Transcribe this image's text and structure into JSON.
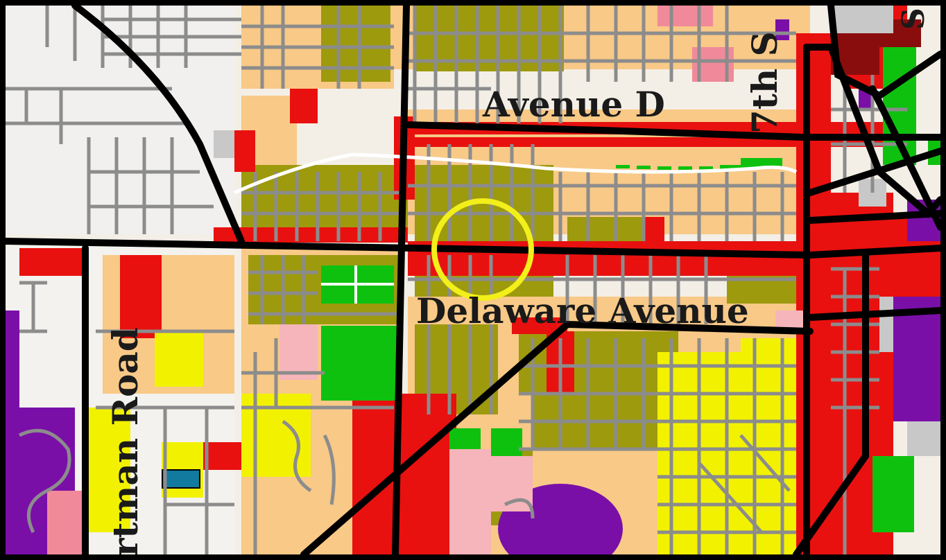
{
  "map": {
    "labels": {
      "avenue_d": "Avenue D",
      "seventh_st": "7th S",
      "delaware_avenue": "Delaware Avenue",
      "hartman_road": "rtman Road",
      "corner_fragment": "S"
    },
    "highlight_marker": "yellow-circle",
    "colors": {
      "frame": "#000000",
      "background": "#f3efe6",
      "low_density_residential": "#f8c987",
      "medium_density_residential": "#9d9a0e",
      "commercial": "#e8110f",
      "park_open_space": "#0fc10f",
      "high_density_residential": "#f2f200",
      "institutional": "#7a0fa8",
      "light_pink": "#f5b5bb",
      "pink": "#f08a9a",
      "gray_land": "#c8c8c8",
      "street_grid": "#8c8c8c",
      "major_road": "#000000",
      "marker": "#f2ef1a"
    }
  }
}
